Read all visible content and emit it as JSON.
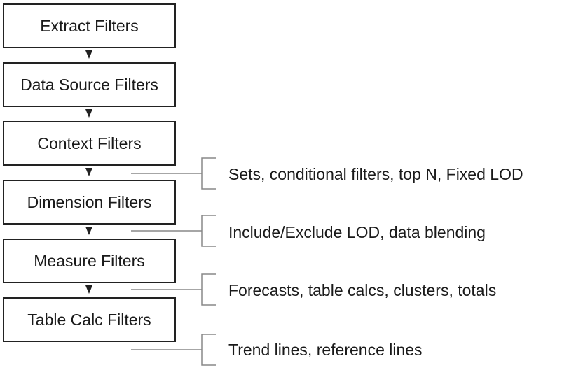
{
  "filter_steps": [
    {
      "label": "Extract Filters"
    },
    {
      "label": "Data Source Filters"
    },
    {
      "label": "Context Filters"
    },
    {
      "label": "Dimension Filters"
    },
    {
      "label": "Measure Filters"
    },
    {
      "label": "Table Calc Filters"
    }
  ],
  "annotations": [
    {
      "text": "Sets, conditional filters, top N, Fixed LOD"
    },
    {
      "text": "Include/Exclude LOD, data blending"
    },
    {
      "text": "Forecasts, table calcs, clusters, totals"
    },
    {
      "text": "Trend lines, reference lines"
    }
  ],
  "colors": {
    "box_border": "#222222",
    "connector": "#888888",
    "arrow": "#222222",
    "text": "#1a1a1a"
  }
}
